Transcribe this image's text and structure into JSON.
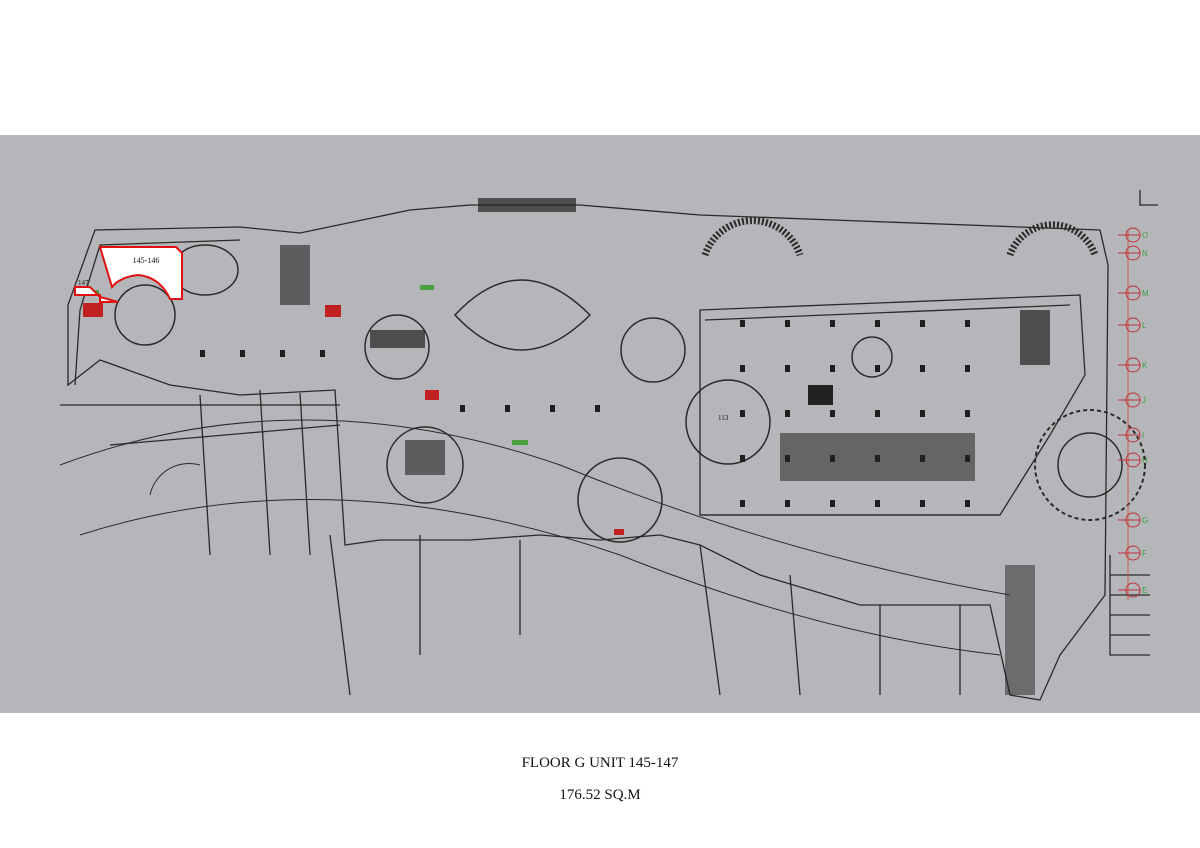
{
  "plan": {
    "highlighted_units": [
      {
        "label": "145-146"
      },
      {
        "label": "147"
      }
    ],
    "unit_113_label": "113",
    "grid_labels": [
      "O",
      "N",
      "M",
      "L",
      "K",
      "J",
      "I",
      "H",
      "G",
      "F",
      "E"
    ],
    "colors": {
      "background": "#b5b6b9",
      "highlight_fill": "#ffffff",
      "highlight_stroke": "#e01010",
      "lines": "#2a2a2a",
      "grid_red": "#c0303a",
      "grid_green": "#3aa040"
    }
  },
  "caption": {
    "title": "FLOOR G UNIT 145-147",
    "area": "176.52 SQ.M"
  }
}
